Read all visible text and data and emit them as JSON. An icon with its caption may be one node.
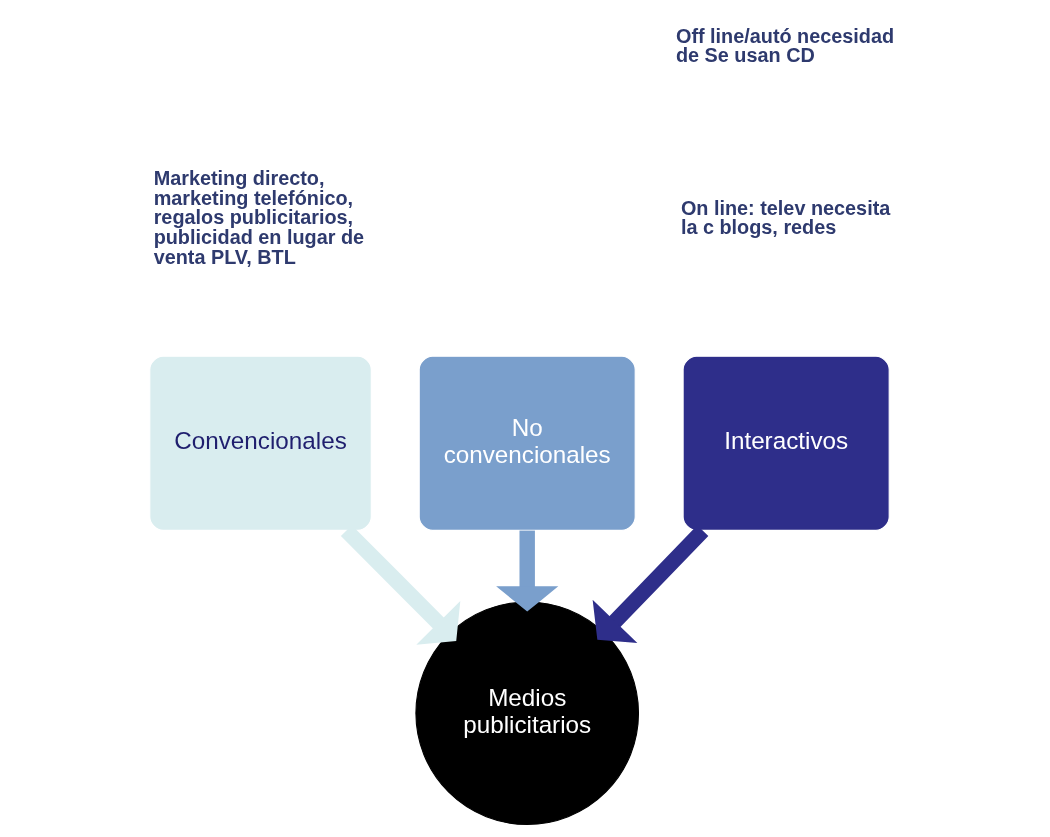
{
  "diagram": {
    "nodes": [
      {
        "text": [
          "Convencionales"
        ]
      },
      {
        "text": [
          "No convencionales"
        ]
      },
      {
        "text": [
          "Interactivos"
        ]
      },
      {
        "text": [
          "Medios publicitarios"
        ]
      }
    ],
    "edges": [
      {
        "from": 0,
        "to": 3,
        "arrow": "to",
        "color": "#d9edef"
      },
      {
        "from": 1,
        "to": 3,
        "arrow": "to",
        "color": "#7a9fcc"
      },
      {
        "from": 2,
        "to": 3,
        "arrow": "to",
        "color": "#2e2e8a"
      }
    ],
    "labels": [
      "Marketing directo, marketing telefónico, regalos publicitarios, publicidad en lugar de venta PLV, BTL",
      "Off line/autó necesidad de Se usan CD",
      "On line: telev necesita la c blogs, redes"
    ]
  }
}
